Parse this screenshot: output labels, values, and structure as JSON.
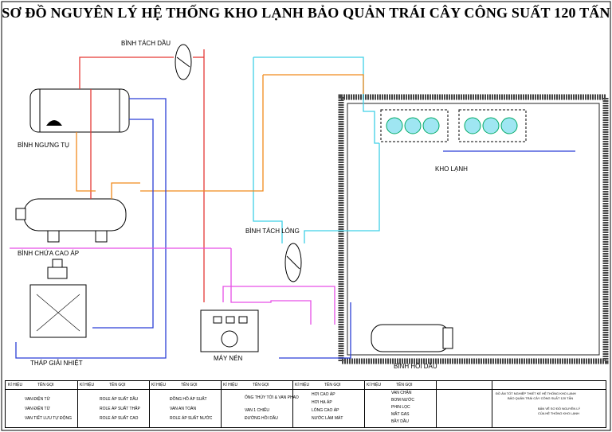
{
  "title": "SƠ ĐỒ NGUYÊN LÝ HỆ THỐNG KHO LẠNH BẢO QUẢN TRÁI CÂY CÔNG SUẤT 120 TẤN",
  "labels": {
    "binh_tach_dau": "BÌNH TÁCH DẦU",
    "binh_ngung_tu": "BÌNH NGƯNG TỤ",
    "binh_chua_cao_ap": "BÌNH CHỨA CAO ÁP",
    "thap_giai_nhiet": "THÁP GIẢI NHIỆT",
    "binh_tach_long": "BÌNH TÁCH LỎNG",
    "may_nen": "MÁY NÉN",
    "kho_lanh": "KHO LẠNH",
    "binh_hoi_dau": "BÌNH HỒI DẦU"
  },
  "legend": {
    "header_ki_hieu": "KÍ HIỆU",
    "header_ten_goi": "TÊN GỌI",
    "col1": [
      "VAN ĐIỆN TỪ",
      "VAN ĐIỆN TỪ",
      "VAN TIẾT LƯU TỰ ĐỘNG"
    ],
    "col2": [
      "ROLE ÁP SUẤT DẦU",
      "ROLE ÁP SUẤT THẤP",
      "ROLE ÁP SUẤT CAO"
    ],
    "col3": [
      "ĐỒNG HỒ ÁP SUẤT",
      "VAN AN TOÀN",
      "ROLE ÁP SUẤT NƯỚC"
    ],
    "col4": [
      "ỐNG THỦY TỚI & VAN PHAO",
      "VAN 1 CHIỀU",
      "ĐƯỜNG HỒI DẦU"
    ],
    "col5": [
      "HƠI CAO ÁP",
      "HƠI HẠ ÁP",
      "LỎNG CAO ÁP",
      "NƯỚC LÀM MÁT"
    ],
    "col6": [
      "VAN CHẶN",
      "BƠM NƯỚC",
      "PHIN LỌC",
      "MẮT GAS",
      "BẦY DẦU"
    ]
  },
  "title_block": {
    "line1": "ĐỒ ÁN TỐT NGHIỆP THIẾT KẾ HỆ THỐNG KHO LẠNH",
    "line2": "BẢO QUẢN TRÁI CÂY CÔNG SUẤT 120 TẤN",
    "line3": "BẢN VẼ SƠ ĐỒ NGUYÊN LÝ",
    "line4": "CỦA HỆ THỐNG KHO LẠNH"
  },
  "colors": {
    "hoi_cao_ap": "#e53935",
    "hoi_ha_ap": "#3fd0e6",
    "long_cao_ap": "#f08a1c",
    "nuoc_lam_mat": "#2b3fd6",
    "duong_hoi_dau": "#e64fe6",
    "kho_lanh_wall": "#444444"
  }
}
